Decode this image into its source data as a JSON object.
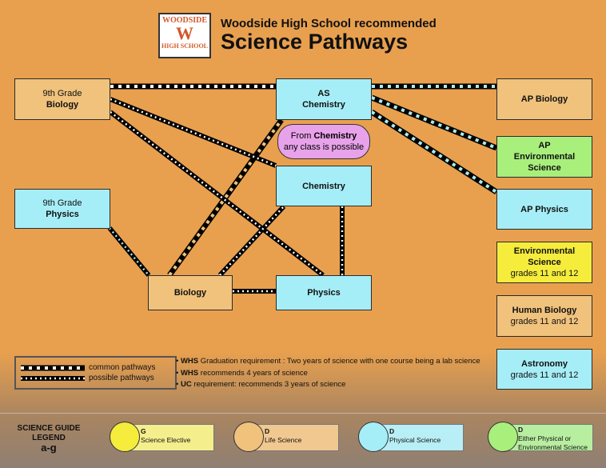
{
  "header": {
    "logo_top": "WOODSIDE",
    "logo_mark": "W",
    "logo_bottom": "HIGH SCHOOL",
    "subtitle": "Woodside High School recommended",
    "title": "Science Pathways"
  },
  "courses": {
    "bio9": {
      "line1": "9th Grade",
      "line2": "Biology"
    },
    "phys9": {
      "line1": "9th Grade",
      "line2": "Physics"
    },
    "as_chem": {
      "line1": "AS",
      "line2": "Chemistry"
    },
    "chemistry": {
      "label": "Chemistry"
    },
    "biology": {
      "label": "Biology"
    },
    "physics": {
      "label": "Physics"
    },
    "ap_bio": {
      "label": "AP Biology"
    },
    "ap_env": {
      "line1": "AP",
      "line2": "Environmental",
      "line3": "Science"
    },
    "ap_phys": {
      "label": "AP Physics"
    },
    "env_sci": {
      "line1": "Environmental",
      "line2": "Science",
      "line3": "grades 11 and 12"
    },
    "human_bio": {
      "line1": "Human Biology",
      "line2": "grades 11 and 12"
    },
    "astronomy": {
      "line1": "Astronomy",
      "line2": "grades 11 and 12"
    }
  },
  "note_bubble": {
    "pre": "From ",
    "bold": "Chemistry",
    "line2": "any class is possible"
  },
  "legend": {
    "common": "common  pathways",
    "possible": "possible pathways"
  },
  "notes": [
    {
      "bold": "WHS",
      "text": " Graduation requirement : Two years of science with one course being a lab science"
    },
    {
      "bold": "WHS",
      "text": " recommends 4 years of science"
    },
    {
      "bold": "UC",
      "text": " requirement: recommends 3 years of science"
    }
  ],
  "guide": {
    "line1": "SCIENCE  GUIDE",
    "line2": "LEGEND",
    "line3": "a-g",
    "items": [
      {
        "code": "G",
        "label": "Science Elective",
        "color": "#f5ec3c",
        "card": "#f4ee8c"
      },
      {
        "code": "D",
        "label": "Life Science",
        "color": "#f0c27c",
        "card": "#f0c890"
      },
      {
        "code": "D",
        "label": "Physical Science",
        "color": "#a6eef7",
        "card": "#b8eef5"
      },
      {
        "code": "D",
        "label": "Either Physical or",
        "label2": "Environmental Science",
        "color": "#a8ef7c",
        "card": "#b8eea0"
      }
    ]
  },
  "colors": {
    "physical_science": "#a6eef7",
    "life_science": "#f0c27c",
    "science_elective": "#f5ec3c",
    "physical_or_environmental": "#a8ef7c",
    "background": "#e8a04f"
  }
}
